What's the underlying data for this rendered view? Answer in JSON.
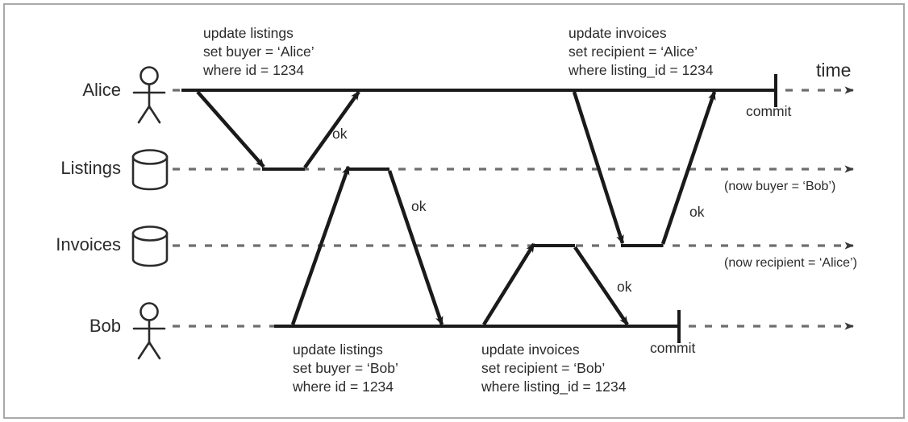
{
  "diagram": {
    "title": "time",
    "lifelines": [
      {
        "name": "Alice",
        "icon": "actor-icon"
      },
      {
        "name": "Listings",
        "icon": "database-icon"
      },
      {
        "name": "Invoices",
        "icon": "database-icon"
      },
      {
        "name": "Bob",
        "icon": "actor-icon"
      }
    ],
    "alice_query": {
      "line1": "update listings",
      "line2": "set buyer = ‘Alice’",
      "line3": "where id = 1234"
    },
    "alice_query2": {
      "line1": "update invoices",
      "line2": "set recipient = ‘Alice’",
      "line3": "where listing_id = 1234"
    },
    "bob_query": {
      "line1": "update listings",
      "line2": "set buyer = ‘Bob’",
      "line3": "where id = 1234"
    },
    "bob_query2": {
      "line1": "update invoices",
      "line2": "set recipient = ‘Bob’",
      "line3": "where listing_id = 1234"
    },
    "ok_labels": [
      "ok",
      "ok",
      "ok",
      "ok"
    ],
    "commit_labels": [
      "commit",
      "commit"
    ],
    "notes": [
      "(now buyer = ‘Bob’)",
      "(now recipient = ‘Alice’)"
    ],
    "colors": {
      "stroke": "#1a1a1a",
      "dashed": "#6e6e6e",
      "text": "#2b2b2b",
      "frame": "#a9a9ab",
      "background": "#ffffff"
    }
  }
}
